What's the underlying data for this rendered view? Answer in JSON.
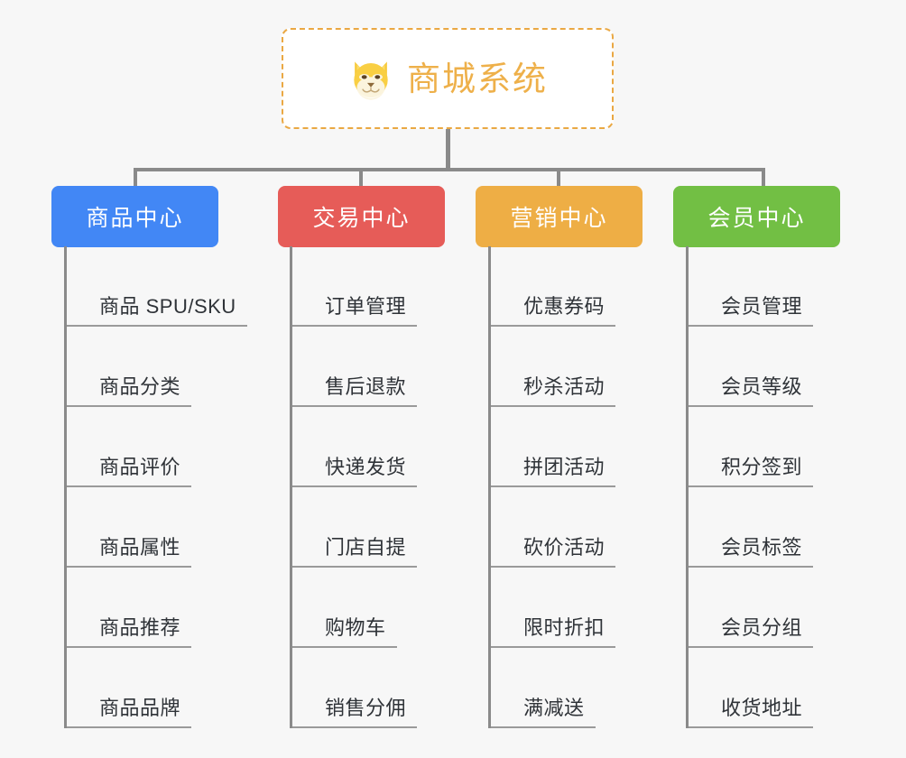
{
  "page": {
    "background_color": "#f7f7f7",
    "title": "商城系统功能架构图"
  },
  "root": {
    "label": "商城系统",
    "icon": "shiba-dog-icon",
    "text_color": "#eeb04a",
    "border_color": "#eaa843",
    "background_color": "#ffffff"
  },
  "connector_color": "#8a8a8a",
  "columns": [
    {
      "header": "商品中心",
      "color": "#4287f5",
      "items": [
        "商品 SPU/SKU",
        "商品分类",
        "商品评价",
        "商品属性",
        "商品推荐",
        "商品品牌"
      ]
    },
    {
      "header": "交易中心",
      "color": "#e65c58",
      "items": [
        "订单管理",
        "售后退款",
        "快递发货",
        "门店自提",
        "购物车",
        "销售分佣"
      ]
    },
    {
      "header": "营销中心",
      "color": "#eeae45",
      "items": [
        "优惠券码",
        "秒杀活动",
        "拼团活动",
        "砍价活动",
        "限时折扣",
        "满减送"
      ]
    },
    {
      "header": "会员中心",
      "color": "#72bf44",
      "items": [
        "会员管理",
        "会员等级",
        "积分签到",
        "会员标签",
        "会员分组",
        "收货地址"
      ]
    }
  ]
}
